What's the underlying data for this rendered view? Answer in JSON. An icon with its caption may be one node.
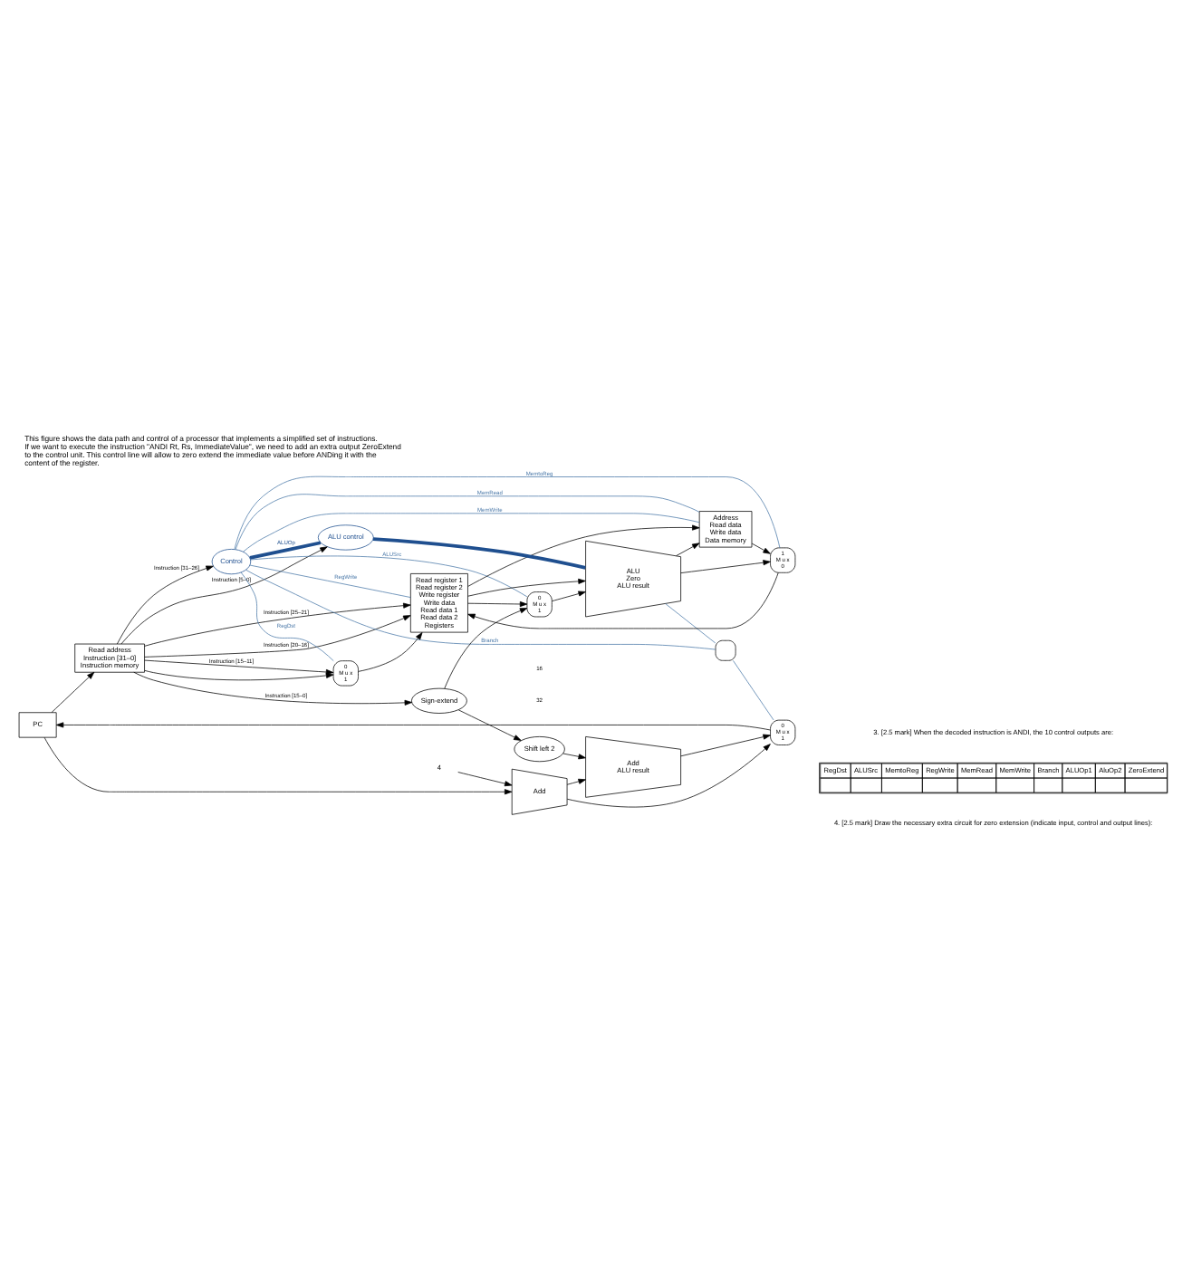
{
  "diagram": {
    "title": "This figure shows the data path and control of a processor that implements a simplified set of instructions. If we want to execute the instruction \"ANDI Rt, Rs, ImmediateValue\", we need to add an extra output ZeroExtend to the control unit. This control line will allow to zero extend the immediate value before ANDing it with the content of the register.",
    "nodes": [
      {
        "text": [
          "PC"
        ]
      },
      {
        "text": [
          "Add"
        ]
      },
      {
        "text": [
          "4"
        ]
      },
      {
        "text": [
          "Read address",
          "Instruction [31–0]",
          "Instruction memory"
        ]
      },
      {
        "text": [
          "Control"
        ]
      },
      {
        "text": [
          "Read register 1",
          "Read register 2",
          "Write register",
          "Write data",
          "Read data 1",
          "Read data 2",
          "Registers"
        ]
      },
      {
        "text": [
          "0",
          "M u x",
          "1"
        ]
      },
      {
        "text": [
          "Sign-extend"
        ]
      },
      {
        "text": [
          "Shift left 2"
        ]
      },
      {
        "text": [
          "Add",
          "ALU result"
        ]
      },
      {
        "text": [
          "0",
          "M u x",
          "1"
        ]
      },
      {
        "text": [
          "ALU",
          "Zero",
          "ALU result"
        ]
      },
      {
        "text": [
          "ALU control"
        ]
      },
      {
        "text": [
          "Address",
          "Read data",
          "Write data",
          "Data memory"
        ]
      },
      {
        "text": [
          "1",
          "M u x",
          "0"
        ]
      },
      {
        "text": [
          "0",
          "M u x",
          "1"
        ]
      },
      {
        "text": [],
        "shape": "gate"
      }
    ],
    "edges": [
      {
        "from": 0,
        "to": 3,
        "arrow": "to"
      },
      {
        "from": 0,
        "to": 1,
        "arrow": "to"
      },
      {
        "from": 2,
        "to": 1,
        "arrow": "to"
      },
      {
        "from": 1,
        "to": 15,
        "arrow": "to"
      },
      {
        "from": 1,
        "to": 9,
        "arrow": "to"
      },
      {
        "from": 15,
        "to": 0,
        "arrow": "to"
      },
      {
        "from": 3,
        "to": 4,
        "label": "Instruction [31–26]",
        "arrow": "to"
      },
      {
        "from": 3,
        "to": 5,
        "label": "Instruction [25–21]",
        "arrow": "to"
      },
      {
        "from": 3,
        "to": 5,
        "label": "Instruction [20–16]",
        "arrow": "to"
      },
      {
        "from": 3,
        "to": 6,
        "arrow": "to"
      },
      {
        "from": 3,
        "to": 6,
        "label": "Instruction [15–11]",
        "arrow": "to"
      },
      {
        "from": 3,
        "to": 7,
        "label": "Instruction [15–0]",
        "arrow": "to"
      },
      {
        "from": 3,
        "to": 12,
        "label": "Instruction [5–0]",
        "arrow": "to"
      },
      {
        "from": 6,
        "to": 5,
        "arrow": "to"
      },
      {
        "from": 4,
        "to": 6,
        "label": "RegDst",
        "arrow": "none",
        "color": "#4a78a8"
      },
      {
        "from": 4,
        "to": 16,
        "label": "Branch",
        "arrow": "none",
        "color": "#4a78a8"
      },
      {
        "from": 4,
        "to": 13,
        "label": "MemRead",
        "arrow": "none",
        "color": "#4a78a8"
      },
      {
        "from": 4,
        "to": 14,
        "label": "MemtoReg",
        "arrow": "none",
        "color": "#4a78a8"
      },
      {
        "from": 4,
        "to": 12,
        "label": "ALUOp",
        "arrow": "none",
        "style": "thick",
        "color": "#1f4f8f"
      },
      {
        "from": 4,
        "to": 13,
        "label": "MemWrite",
        "arrow": "none",
        "color": "#4a78a8"
      },
      {
        "from": 4,
        "to": 10,
        "label": "ALUSrc",
        "arrow": "none",
        "color": "#4a78a8"
      },
      {
        "from": 4,
        "to": 5,
        "label": "RegWrite",
        "arrow": "none",
        "color": "#4a78a8"
      },
      {
        "from": 5,
        "to": 11,
        "arrow": "to"
      },
      {
        "from": 5,
        "to": 10,
        "arrow": "to"
      },
      {
        "from": 5,
        "to": 13,
        "arrow": "to"
      },
      {
        "from": 7,
        "to": 10,
        "arrow": "to"
      },
      {
        "from": 7,
        "to": 8,
        "arrow": "to"
      },
      {
        "from": 8,
        "to": 9,
        "arrow": "to"
      },
      {
        "from": 9,
        "to": 15,
        "arrow": "to"
      },
      {
        "from": 10,
        "to": 11,
        "arrow": "to"
      },
      {
        "from": 12,
        "to": 11,
        "arrow": "none",
        "style": "thick",
        "color": "#1f4f8f"
      },
      {
        "from": 11,
        "to": 16,
        "arrow": "none",
        "color": "#4a78a8"
      },
      {
        "from": 16,
        "to": 15,
        "arrow": "none",
        "color": "#4a78a8"
      },
      {
        "from": 11,
        "to": 13,
        "arrow": "to"
      },
      {
        "from": 11,
        "to": 14,
        "arrow": "to"
      },
      {
        "from": 13,
        "to": 14,
        "arrow": "to"
      },
      {
        "from": 14,
        "to": 5,
        "arrow": "to"
      }
    ],
    "labels": [
      "3. [2.5 mark] When the decoded instruction is ANDI, the 10 control outputs are:",
      "RegDst",
      "ALUSrc",
      "MemtoReg",
      "RegWrite",
      "MemRead",
      "MemWrite",
      "Branch",
      "ALUOp1",
      "AluOp2",
      "ZeroExtend",
      "4. [2.5 mark] Draw the necessary extra circuit for zero extension (indicate input, control and output lines):",
      "16",
      "32"
    ]
  }
}
